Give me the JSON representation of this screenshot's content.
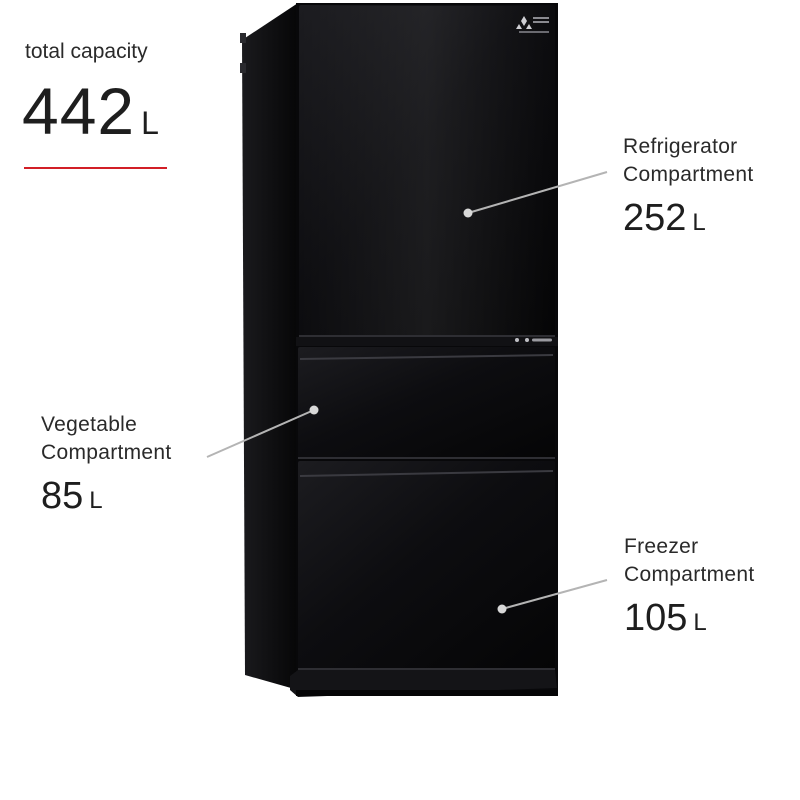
{
  "total": {
    "label": "total capacity",
    "value": "442",
    "unit": "L",
    "accent_color": "#d21f26"
  },
  "compartments": [
    {
      "name_line1": "Refrigerator",
      "name_line2": "Compartment",
      "value": "252",
      "unit": "L"
    },
    {
      "name_line1": "Vegetable",
      "name_line2": "Compartment",
      "value": "85",
      "unit": "L"
    },
    {
      "name_line1": "Freezer",
      "name_line2": "Compartment",
      "value": "105",
      "unit": "L"
    }
  ],
  "product": {
    "body_color": "#0c0c0e",
    "logo_icon": "three-diamonds-logo-icon"
  }
}
